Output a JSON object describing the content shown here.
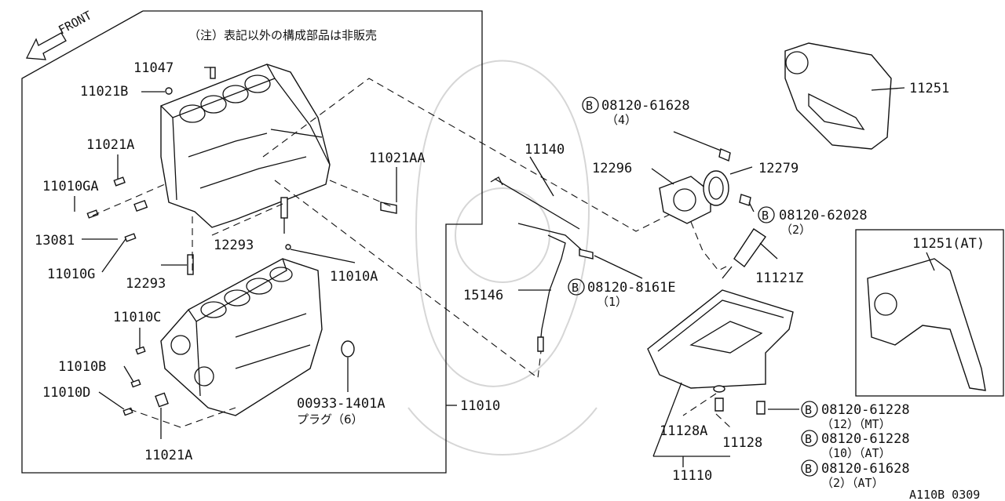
{
  "header_note": "（注）表記以外の構成部品は非販売",
  "front_label": "FRONT",
  "footer_code": "A110B 0309",
  "parts": {
    "p11047": "11047",
    "p11021B": "11021B",
    "p11021A_top": "11021A",
    "p11010GA": "11010GA",
    "p13081": "13081",
    "p11010G": "11010G",
    "p12293_a": "12293",
    "p12293_b": "12293",
    "p11010A": "11010A",
    "p11021AA": "11021AA",
    "p11010C": "11010C",
    "p11010B": "11010B",
    "p11010D": "11010D",
    "p11021A_bot": "11021A",
    "p00933": "00933-1401A",
    "plug_note": "プラグ（6）",
    "p11010": "11010",
    "p11140": "11140",
    "p15146": "15146",
    "p08120_8161E": "08120-8161E",
    "q_8161E": "（1）",
    "p08120_61628_top": "08120-61628",
    "q_61628_top": "（4）",
    "p12296": "12296",
    "p12279": "12279",
    "p08120_62028": "08120-62028",
    "q_62028": "（2）",
    "p11121Z": "11121Z",
    "p11251": "11251",
    "p11251AT": "11251(AT)",
    "p11128A": "11128A",
    "p11128": "11128",
    "p11110": "11110",
    "p08120_61228_mt": "08120-61228",
    "q_61228_mt": "（12）（MT）",
    "p08120_61228_at": "08120-61228",
    "q_61228_at": "（10）（AT）",
    "p08120_61628_at": "08120-61628",
    "q_61628_at": "（2）（AT）"
  },
  "bolt_badge": "B"
}
